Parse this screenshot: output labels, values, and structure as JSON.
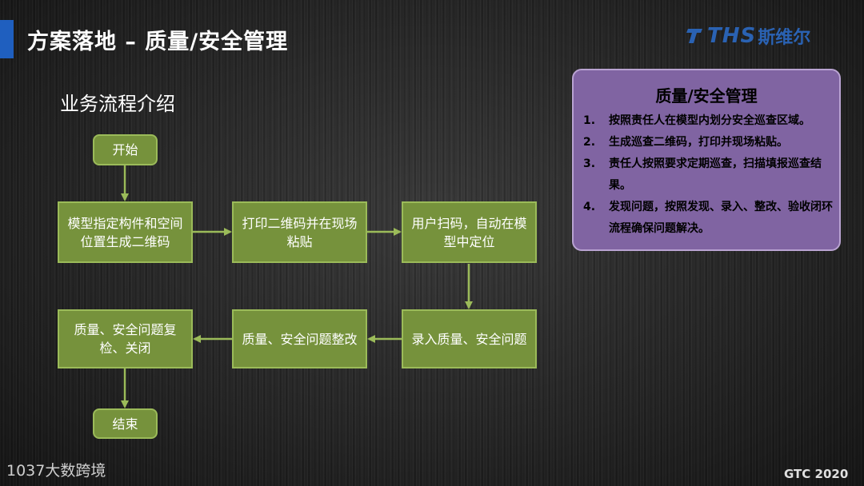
{
  "header": {
    "title": "方案落地 – 质量/安全管理",
    "logo_text": "THS",
    "logo_cn": "斯维尔",
    "accent_color": "#1f5fbf"
  },
  "subtitle": "业务流程介绍",
  "flow": {
    "start": "开始",
    "end": "结束",
    "steps": [
      "模型指定构件和空间位置生成二维码",
      "打印二维码并在现场粘贴",
      "用户扫码，自动在模型中定位",
      "录入质量、安全问题",
      "质量、安全问题整改",
      "质量、安全问题复检、关闭"
    ],
    "box_color": "#76923c",
    "arrow_color": "#9bbb59"
  },
  "panel": {
    "title": "质量/安全管理",
    "color": "#8064a2",
    "items": [
      {
        "num": "1.",
        "text": "按照责任人在模型内划分安全巡查区域。"
      },
      {
        "num": "2.",
        "text": "生成巡查二维码，打印并现场粘贴。"
      },
      {
        "num": "3.",
        "text": "责任人按照要求定期巡查，扫描填报巡查结果。"
      },
      {
        "num": "4.",
        "text": "发现问题，按照发现、录入、整改、验收闭环流程确保问题解决。"
      }
    ]
  },
  "footer": {
    "watermark": "1037大数跨境",
    "event": "GTC 2020"
  }
}
